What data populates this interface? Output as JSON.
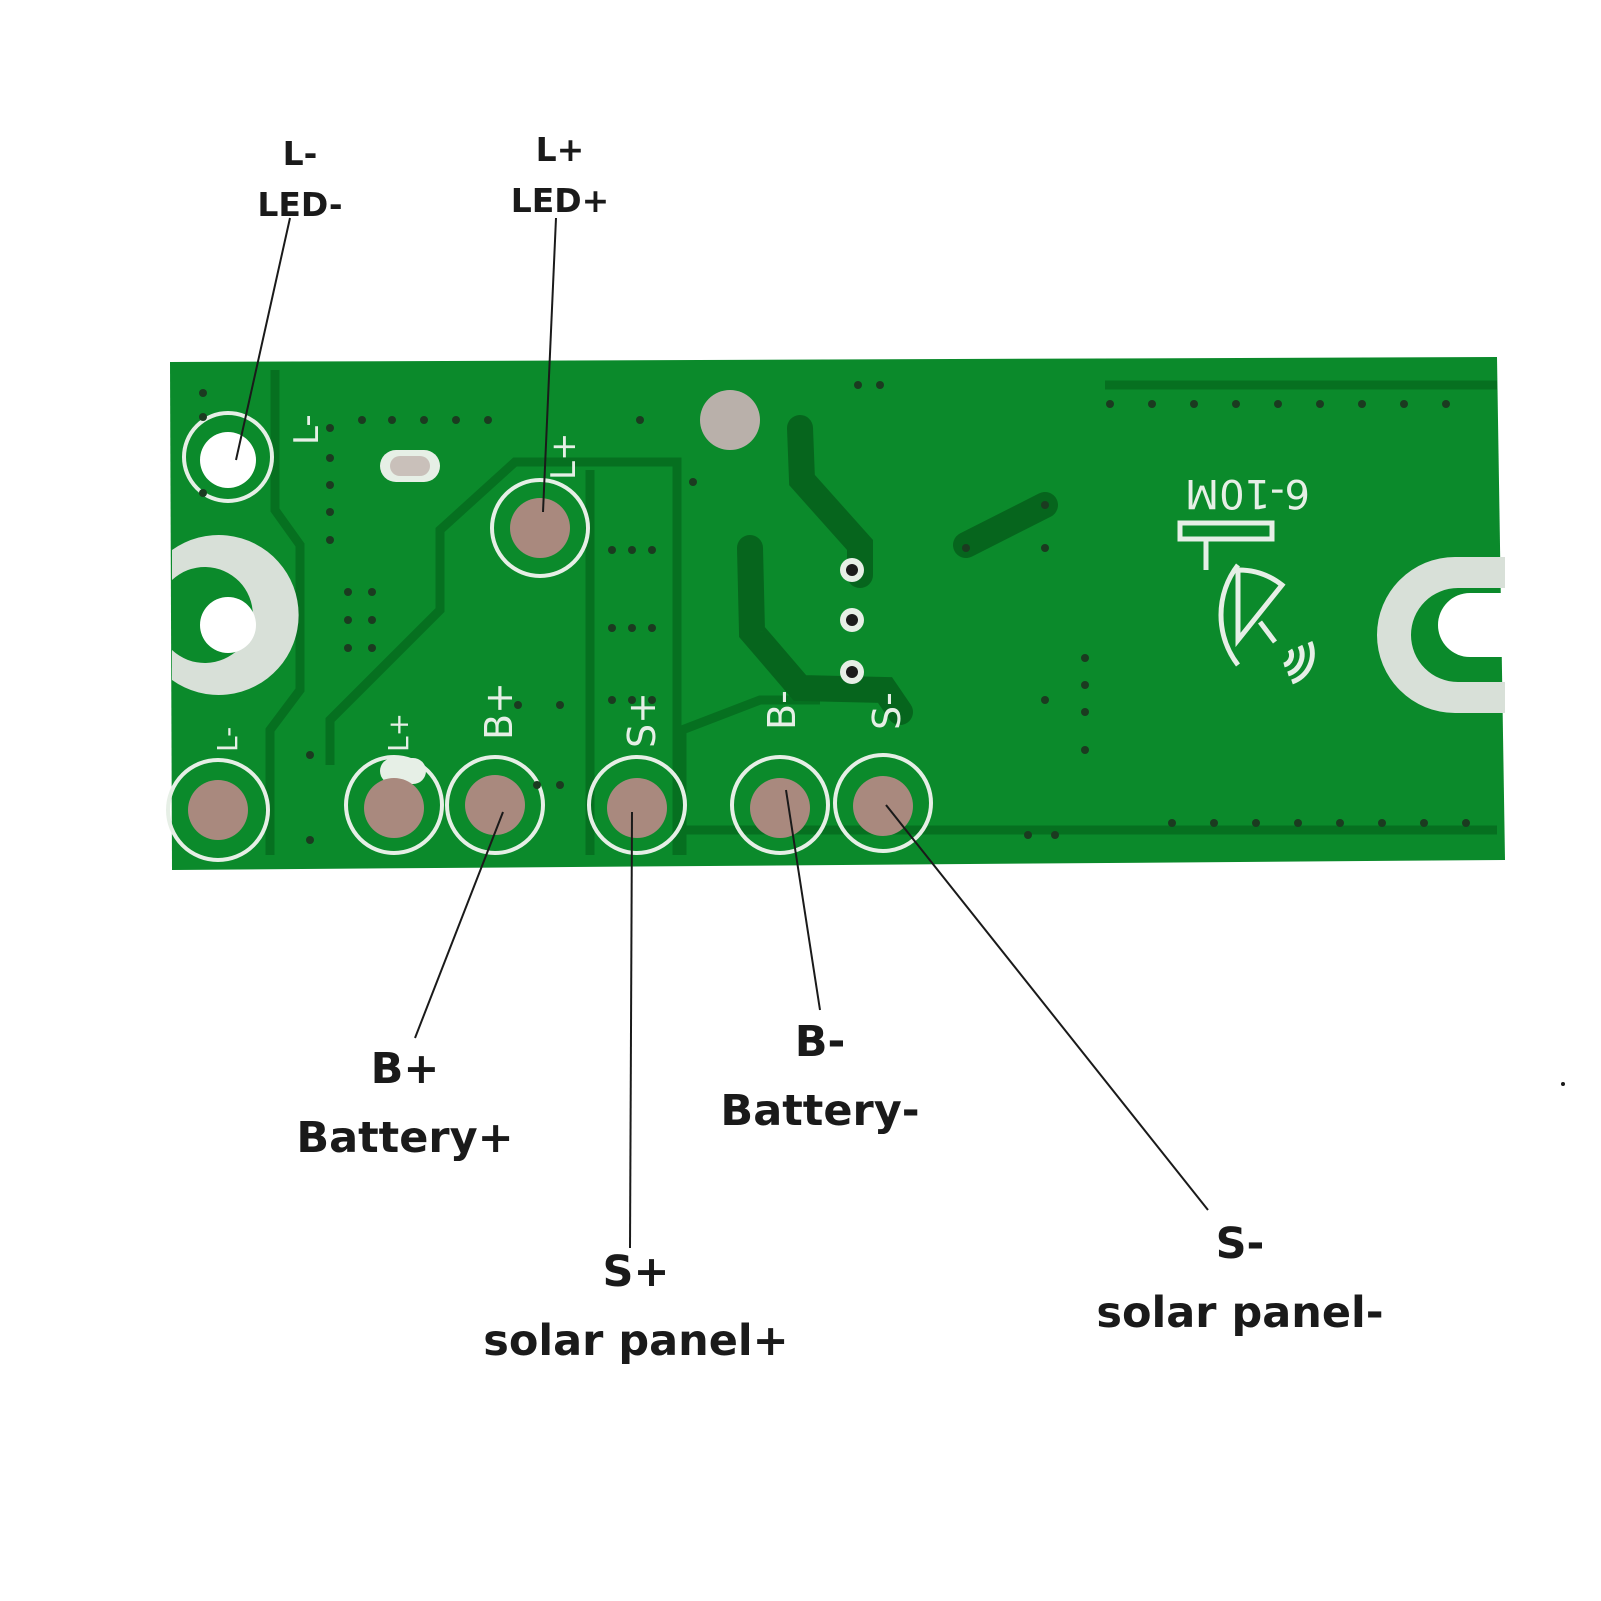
{
  "board": {
    "model_marking": "6-10M",
    "silkscreen": {
      "l_minus_top": "L-",
      "l_plus_top": "L+",
      "l_minus_bottom": "L-",
      "l_plus_bottom": "L+",
      "b_plus": "B+",
      "s_plus": "S+",
      "b_minus": "B-",
      "s_minus": "S-"
    },
    "colors": {
      "solder_mask": "#0b8a2b",
      "trace": "#0a7a25",
      "copper_pad": "#a9897e",
      "silk": "#e6efe6"
    },
    "icon": "radar-sensor-icon"
  },
  "callouts": {
    "l_minus": {
      "code": "L-",
      "desc": "LED-"
    },
    "l_plus": {
      "code": "L+",
      "desc": "LED+"
    },
    "b_plus": {
      "code": "B+",
      "desc": "Battery+"
    },
    "b_minus": {
      "code": "B-",
      "desc": "Battery-"
    },
    "s_plus": {
      "code": "S+",
      "desc": "solar panel+"
    },
    "s_minus": {
      "code": "S-",
      "desc": "solar panel-"
    }
  }
}
